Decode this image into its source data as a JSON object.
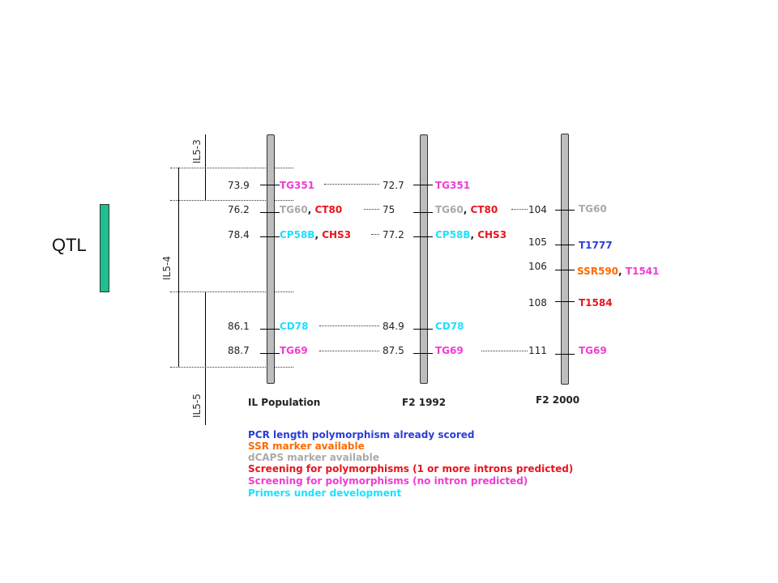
{
  "qtl_label": "QTL",
  "il_segments": {
    "il53": "IL5-3",
    "il54": "IL5-4",
    "il55": "IL5-5"
  },
  "colors": {
    "blue": "#2a3ed6",
    "orange": "#ff6a00",
    "gray": "#aaaaaa",
    "red": "#e8141e",
    "magenta": "#f03cd2",
    "cyan": "#1ee0ff"
  },
  "maps": [
    {
      "title": "IL Population",
      "markers": [
        {
          "pos": "73.9",
          "names": [
            {
              "text": "TG351",
              "color": "magenta"
            }
          ]
        },
        {
          "pos": "76.2",
          "names": [
            {
              "text": "TG60",
              "color": "gray"
            },
            {
              "text": ", ",
              "color": "dark"
            },
            {
              "text": "CT80",
              "color": "red"
            }
          ]
        },
        {
          "pos": "78.4",
          "names": [
            {
              "text": "CP58B",
              "color": "cyan"
            },
            {
              "text": ", ",
              "color": "dark"
            },
            {
              "text": "CHS3",
              "color": "red"
            }
          ]
        },
        {
          "pos": "86.1",
          "names": [
            {
              "text": "CD78",
              "color": "cyan"
            }
          ]
        },
        {
          "pos": "88.7",
          "names": [
            {
              "text": "TG69",
              "color": "magenta"
            }
          ]
        }
      ]
    },
    {
      "title": "F2 1992",
      "markers": [
        {
          "pos": "72.7",
          "names": [
            {
              "text": "TG351",
              "color": "magenta"
            }
          ]
        },
        {
          "pos": "75",
          "names": [
            {
              "text": "TG60",
              "color": "gray"
            },
            {
              "text": ", ",
              "color": "dark"
            },
            {
              "text": "CT80",
              "color": "red"
            }
          ]
        },
        {
          "pos": "77.2",
          "names": [
            {
              "text": "CP58B",
              "color": "cyan"
            },
            {
              "text": ", ",
              "color": "dark"
            },
            {
              "text": "CHS3",
              "color": "red"
            }
          ]
        },
        {
          "pos": "84.9",
          "names": [
            {
              "text": "CD78",
              "color": "cyan"
            }
          ]
        },
        {
          "pos": "87.5",
          "names": [
            {
              "text": "TG69",
              "color": "magenta"
            }
          ]
        }
      ]
    },
    {
      "title": "F2 2000",
      "markers": [
        {
          "pos": "104",
          "names": [
            {
              "text": "TG60",
              "color": "gray"
            }
          ]
        },
        {
          "pos": "105",
          "names": [
            {
              "text": "T1777",
              "color": "blue"
            }
          ]
        },
        {
          "pos": "106",
          "names": [
            {
              "text": "SSR590",
              "color": "orange"
            },
            {
              "text": ", ",
              "color": "dark"
            },
            {
              "text": "T1541",
              "color": "magenta"
            }
          ]
        },
        {
          "pos": "108",
          "names": [
            {
              "text": "T1584",
              "color": "red"
            }
          ]
        },
        {
          "pos": "111",
          "names": [
            {
              "text": "TG69",
              "color": "magenta"
            }
          ]
        }
      ]
    }
  ],
  "legend": [
    {
      "text": "PCR length polymorphism already scored",
      "color": "blue"
    },
    {
      "text": "SSR marker available",
      "color": "orange"
    },
    {
      "text": "dCAPS marker available",
      "color": "gray"
    },
    {
      "text": "Screening for polymorphisms (1 or more introns predicted)",
      "color": "red"
    },
    {
      "text": "Screening for polymorphisms (no intron predicted)",
      "color": "magenta"
    },
    {
      "text": "Primers under development",
      "color": "cyan"
    }
  ]
}
